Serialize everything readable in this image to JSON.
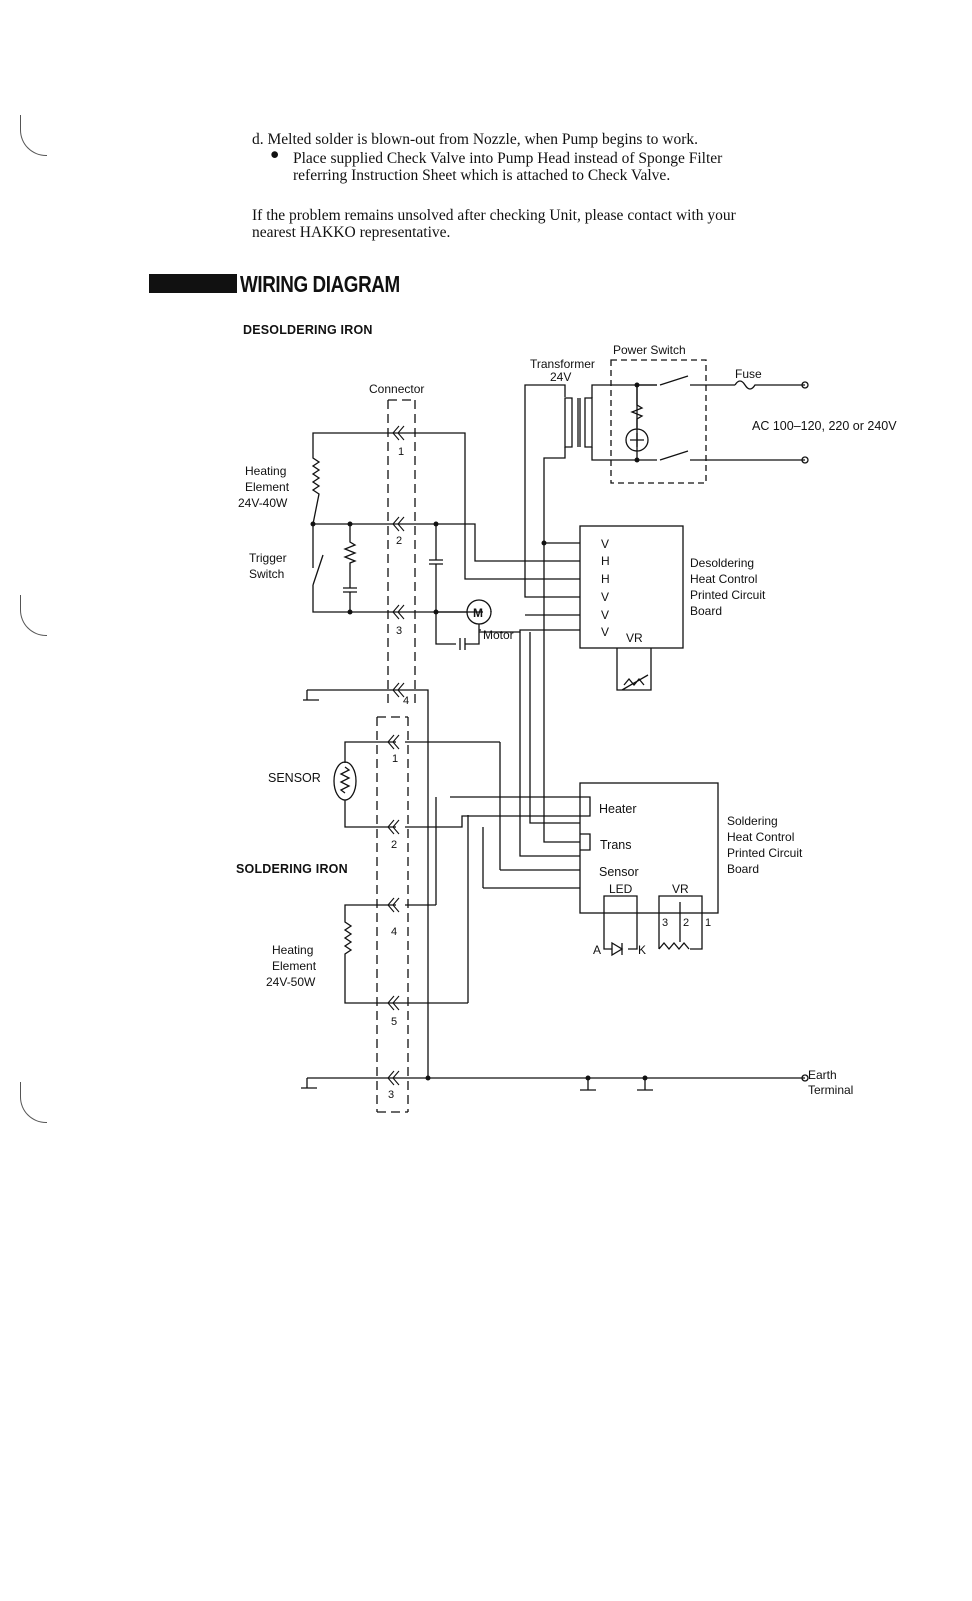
{
  "instructions": {
    "item_d": "d. Melted solder is blown-out from Nozzle, when Pump begins to work.",
    "bullet_line1": "Place supplied Check Valve into Pump Head instead of Sponge Filter",
    "bullet_line2": "referring Instruction Sheet which is attached to Check Valve.",
    "closing_line1": "If the problem remains unsolved after checking Unit, please contact with your",
    "closing_line2": "nearest HAKKO representative."
  },
  "section_title": "WIRING DIAGRAM",
  "diagram": {
    "desoldering_iron": "DESOLDERING IRON",
    "soldering_iron": "SOLDERING IRON",
    "connector": "Connector",
    "transformer": "Transformer",
    "transformer_voltage": "24V",
    "power_switch": "Power Switch",
    "fuse": "Fuse",
    "ac_supply": "AC 100–120, 220 or 240V",
    "heating_element_1": [
      "Heating",
      "Element",
      "24V-40W"
    ],
    "heating_element_2": [
      "Heating",
      "Element",
      "24V-50W"
    ],
    "trigger_switch": [
      "Trigger",
      "Switch"
    ],
    "motor": "Motor",
    "motor_symbol": "M",
    "sensor": "SENSOR",
    "desoldering_board": [
      "Desoldering",
      "Heat Control",
      "Printed Circuit",
      "Board"
    ],
    "desoldering_pins": [
      "V",
      "H",
      "H",
      "V",
      "V",
      "V"
    ],
    "vr": "VR",
    "soldering_board": [
      "Soldering",
      "Heat Control",
      "Printed Circuit",
      "Board"
    ],
    "soldering_pins": [
      "Heater",
      "Trans",
      "Sensor"
    ],
    "led": "LED",
    "led_anode": "A",
    "led_cathode": "K",
    "vr_pins": [
      "3",
      "2",
      "1"
    ],
    "connector_pins_desoldering": [
      "1",
      "2",
      "3",
      "4"
    ],
    "connector_pins_soldering": [
      "1",
      "2",
      "4",
      "5",
      "3"
    ],
    "earth_terminal": [
      "Earth",
      "Terminal"
    ]
  }
}
